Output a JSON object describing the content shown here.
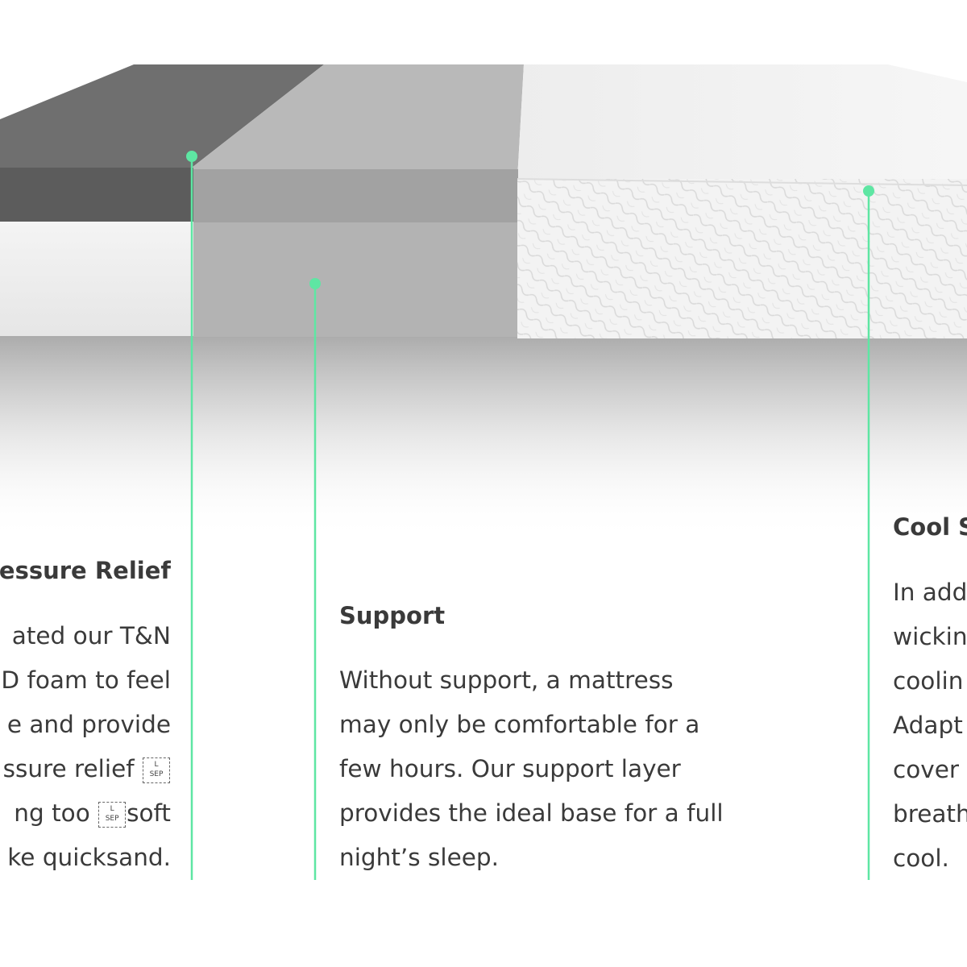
{
  "features": {
    "pressure": {
      "title": "essure Relief",
      "lines": [
        "ated our T&N",
        "D foam to feel",
        "e and provide",
        "ssure relief",
        "ng too",
        "soft",
        "ke quicksand."
      ],
      "sep_glyph_top": "L",
      "sep_glyph_bottom": "SEP"
    },
    "support": {
      "title": "Support",
      "lines": [
        "Without support, a mattress",
        "may only be comfortable for a",
        "few hours. Our support layer",
        "provides the ideal base for a full",
        "night’s sleep."
      ]
    },
    "cooling": {
      "title": "Cool S",
      "lines": [
        "In add",
        "wickin",
        "coolin",
        "Adapt",
        "cover",
        "breath",
        "cool."
      ]
    }
  },
  "colors": {
    "accent": "#5ee6a3",
    "text": "#3a3a3a",
    "top_dark": "#6f6f6f",
    "top_mid": "#b9b9b9",
    "top_light": "#ededed",
    "side_dark": "#5c5c5c",
    "side_grey": "#a2a2a2",
    "cover_white": "#f5f5f5"
  }
}
